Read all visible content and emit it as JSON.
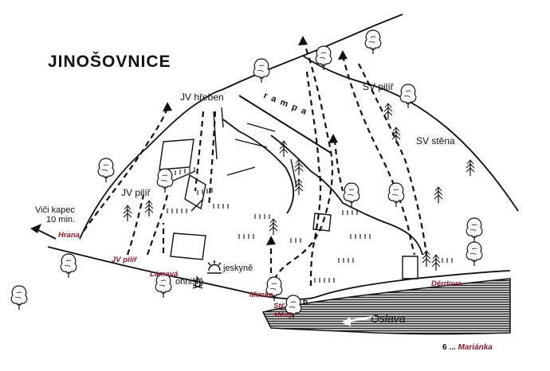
{
  "title": "JINOŠOVNICE",
  "labels": {
    "jv_hreben": "JV hřeben",
    "rampa": "rampa",
    "sv_pilir": "SV pilíř",
    "sv_stena": "SV stěna",
    "jv_pilir": "JV pilíř",
    "vici_kapec": "Viči kapec",
    "time": "10 min.",
    "jeskyne": "jeskyně",
    "ohniste": "ohniště",
    "oslava": "Oslava",
    "route_number": "6"
  },
  "sectors": {
    "hrana": "Hrana",
    "jv_pilir": "JV pilíř",
    "lamava": "Lámavá",
    "mimka": "Mimka",
    "str_steny": "Stř.",
    "str_steny_2": "stěny",
    "derdova": "Děrdova"
  },
  "legend": {
    "number": "6",
    "separator": "...",
    "name": "Mariánka"
  },
  "colors": {
    "ink": "#111111",
    "sector_text": "#8b1a2b",
    "river_hatch": "#222222",
    "background": "#ffffff"
  },
  "icons": [
    "tree-icon",
    "conifer-icon",
    "cave-icon",
    "campfire-icon",
    "arrow-icon"
  ]
}
